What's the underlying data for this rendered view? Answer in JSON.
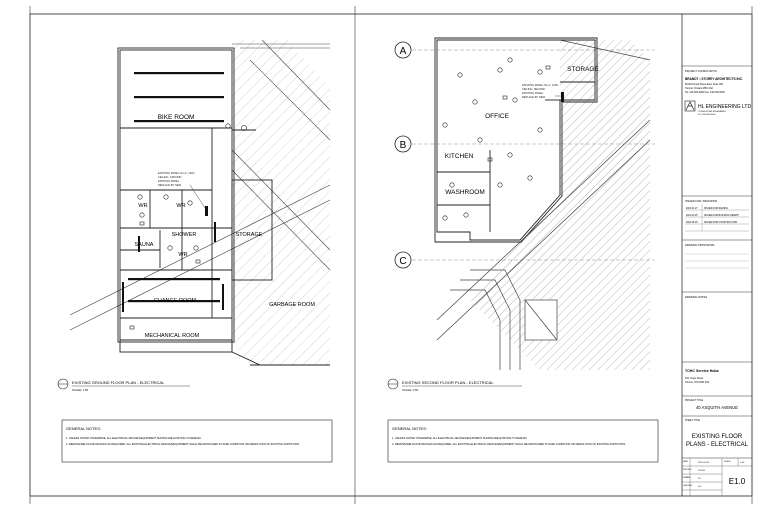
{
  "left_plan": {
    "title": "EXISTING GROUND FLOOR PLAN - ELECTRICAL",
    "scale": "SCALE: 1:50",
    "rooms": {
      "bike": "BIKE ROOM",
      "wr1": "WR",
      "wr2": "WR",
      "shower": "SHOWER",
      "sauna": "SAUNA",
      "wr3": "WR",
      "storage": "STORAGE",
      "change": "CHANGE ROOM",
      "garbage": "GARBAGE ROOM",
      "mechanical": "MECHANICAL ROOM"
    },
    "panel_note": [
      "EXISTING PANEL 'G1-A', 120V,",
      "CEILING, GROUND",
      "EXISTING PANEL",
      "REPLACE BY NEW"
    ],
    "notes_title": "GENERAL NOTES:",
    "notes": [
      "1. UNLESS NOTED OTHERWISE, ALL ELECTRICAL DEVICES/EQUIPMENT SHOWN ARE EXISTING TO REMAIN.",
      "2. REMOVE/RELOCATE DEVICES AS REQUIRED. ALL EXISTING ELECTRICAL DEVICES/EQUIPMENT SHALL BE MAINTAINED IN SAFE CONDITION OR DEMOLITION OF EXISTING PARTITIONS."
    ]
  },
  "right_plan": {
    "title": "EXISTING SECOND FLOOR PLAN - ELECTRICAL",
    "scale": "SCALE: 1:50",
    "gridlines": [
      "A",
      "B",
      "C"
    ],
    "rooms": {
      "storage": "STORAGE",
      "office": "OFFICE",
      "kitchen": "KITCHEN",
      "washroom": "WASHROOM"
    },
    "panel_note": [
      "EXISTING PANEL 'S1-A', 120V,",
      "CEILING, SECOND",
      "EXISTING PANEL",
      "REPLACE BY NEW"
    ],
    "notes_title": "GENERAL NOTES:",
    "notes": [
      "1. UNLESS NOTED OTHERWISE, ALL ELECTRICAL DEVICES/EQUIPMENT SHOWN ARE EXISTING TO REMAIN.",
      "2. REMOVE/RELOCATE DEVICES AS REQUIRED. ALL EXISTING ELECTRICAL DEVICES/EQUIPMENT SHALL BE MAINTAINED IN SAFE CONDITION OR DEMOLITION OF EXISTING PARTITIONS."
    ]
  },
  "title_block": {
    "consultants_label": "PROJECT CONSULTANTS",
    "architect_name": "BRANDT • STOREY ARCHITECTS INC.",
    "architect_lines": [
      "99 Richmond Street East, Suite 000",
      "Toronto, Ontario M5C 0A0",
      "Tel: 416.000.0000  Fax: 416.000.0000"
    ],
    "engineer_name": "HL ENGINEERING LTD",
    "engineer_lines": [
      "CONSULTING ENGINEERS",
      "Tel: 000.000.0000"
    ],
    "revisions_label": "ISSUED FOR / REVISIONS",
    "revisions": [
      {
        "date": "2021.01.27",
        "desc": "ISSUED FOR REVIEW"
      },
      {
        "date": "2021.03.25",
        "desc": "ISSUED FOR BUILDING PERMIT"
      },
      {
        "date": "2021.05.26",
        "desc": "ISSUED FOR CONSTRUCTION"
      }
    ],
    "drawing_provisions_label": "DRAWING PROVISIONS",
    "drawing_notes_label": "DRAWING NOTES",
    "client_name": "TCHC Service Hubs",
    "client_lines": [
      "931 Yonge Street",
      "Toronto, ON M4W 2H2"
    ],
    "project_title_label": "PROJECT TITLE",
    "project_title": "40 ASQUITH AVENUE",
    "sheet_title_label": "SHEET TITLE",
    "sheet_title": [
      "EXISTING FLOOR",
      "PLANS - ELECTRICAL"
    ],
    "meta": {
      "date_label": "DATE",
      "date_value": "2021.05.26",
      "scale_label": "SCALE",
      "scale_value": "1:50",
      "project_label": "PROJECT",
      "project_value": "20-003",
      "drawn_label": "DRAWN",
      "drawn_value": "F.L.",
      "checked_label": "CHECKED",
      "checked_value": "H.L."
    },
    "sheet_number": "E1.0"
  }
}
